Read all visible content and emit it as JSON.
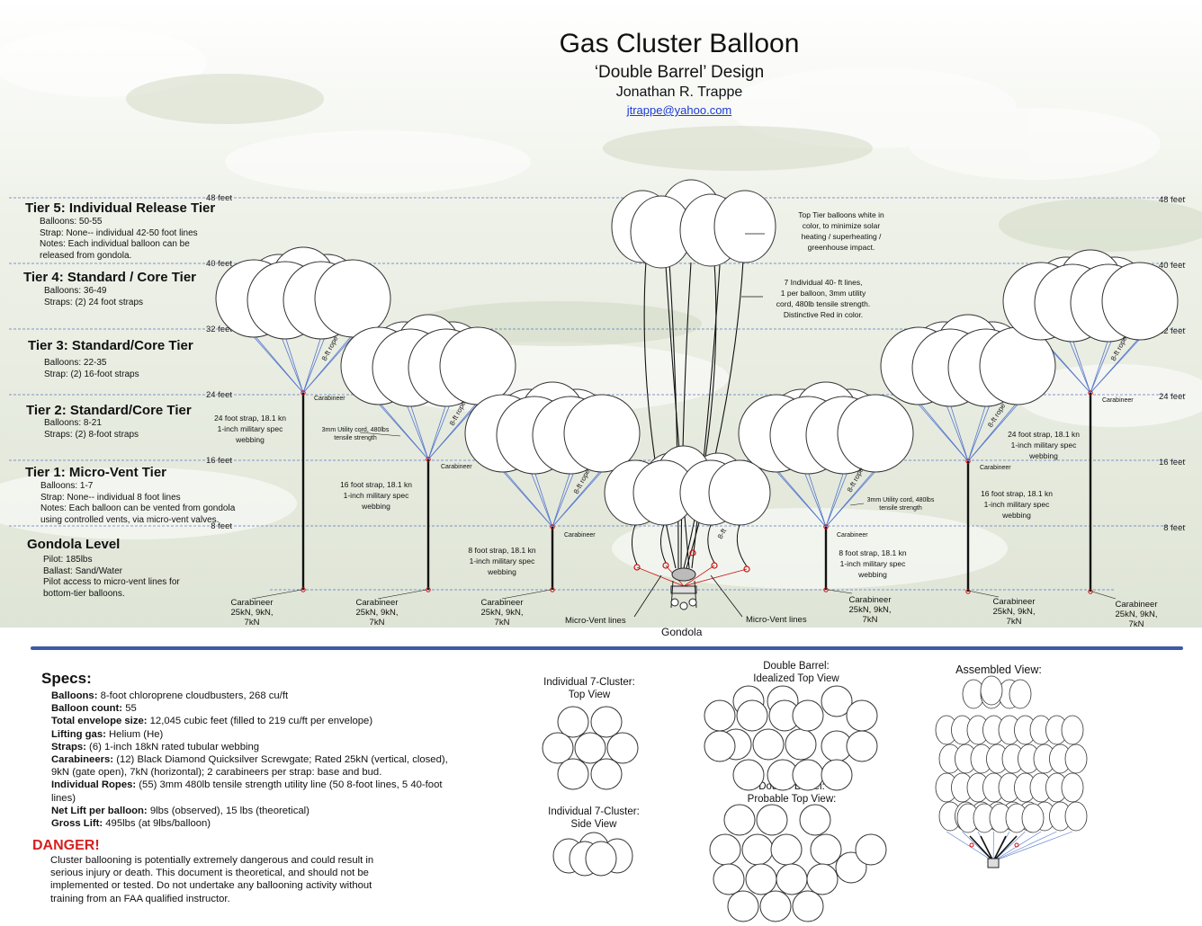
{
  "header": {
    "title": "Gas Cluster Balloon",
    "subtitle": "‘Double Barrel’ Design",
    "author": "Jonathan R. Trappe",
    "email": "jtrappe@yahoo.com"
  },
  "levels": [
    "48 feet",
    "40 feet",
    "32 feet",
    "24 feet",
    "16 feet",
    "8 feet"
  ],
  "tiers": [
    {
      "heading": "Tier 5: Individual Release Tier",
      "lines": [
        "Balloons: 50-55",
        "Strap: None-- individual 42-50 foot lines",
        "Notes: Each individual balloon can be",
        "released from gondola."
      ]
    },
    {
      "heading": "Tier 4: Standard / Core Tier",
      "lines": [
        "Balloons: 36-49",
        "Straps: (2) 24 foot straps"
      ]
    },
    {
      "heading": "Tier 3: Standard/Core Tier",
      "lines": [
        "Balloons: 22-35",
        "Strap: (2) 16-foot straps"
      ]
    },
    {
      "heading": "Tier 2: Standard/Core Tier",
      "lines": [
        "Balloons: 8-21",
        "Straps: (2) 8-foot straps"
      ]
    },
    {
      "heading": "Tier 1: Micro-Vent Tier",
      "lines": [
        "Balloons: 1-7",
        "Strap: None-- individual 8 foot lines",
        "Notes: Each balloon can be vented from gondola",
        "using controlled vents, via micro-vent valves."
      ]
    },
    {
      "heading": "Gondola Level",
      "lines": [
        "Pilot: 185lbs",
        "Ballast: Sand/Water",
        "Pilot access to micro-vent lines for",
        "bottom-tier balloons."
      ]
    }
  ],
  "annotations": {
    "top_tier_note": [
      "Top Tier balloons white in",
      "color, to minimize solar",
      "heating / superheating /",
      "greenhouse impact."
    ],
    "individual_lines_note": [
      "7 Individual 40- ft lines,",
      "1 per balloon, 3mm utility",
      "cord, 480lb tensile strength.",
      "Distinctive Red in color."
    ],
    "strap24": [
      "24 foot strap, 18.1 kn",
      "1-inch military spec",
      "webbing"
    ],
    "strap16": [
      "16 foot strap, 18.1 kn",
      "1-inch military spec",
      "webbing"
    ],
    "strap8": [
      "8 foot strap, 18.1 kn",
      "1-inch military spec",
      "webbing"
    ],
    "utility_cord": [
      "3mm Utility cord, 480lbs",
      "tensile strength"
    ],
    "rope": "8-ft rope",
    "rope_short": "8-ft",
    "carabineer": "Carabineer",
    "carabineer_base": [
      "Carabineer",
      "25kN, 9kN, 7kN"
    ],
    "micro_vent": "Micro-Vent lines",
    "gondola": "Gondola"
  },
  "specs": {
    "heading": "Specs:",
    "items": [
      {
        "label": "Balloons:",
        "value": " 8-foot chloroprene cloudbusters, 268 cu/ft"
      },
      {
        "label": "Balloon count:",
        "value": " 55"
      },
      {
        "label": "Total envelope size:",
        "value": " 12,045 cubic feet (filled to 219 cu/ft per envelope)"
      },
      {
        "label": "Lifting gas:",
        "value": " Helium (He)"
      },
      {
        "label": "Straps:",
        "value": " (6) 1-inch 18kN rated tubular webbing"
      },
      {
        "label": "Carabineers:",
        "value": " (12) Black Diamond Quicksilver Screwgate; Rated 25kN (vertical, closed), 9kN (gate open), 7kN (horizontal); 2 carabineers per strap: base and bud."
      },
      {
        "label": "Individual Ropes:",
        "value": " (55) 3mm 480lb tensile strength utility line (50 8-foot lines, 5 40-foot lines)"
      },
      {
        "label": "Net Lift per balloon:",
        "value": " 9lbs (observed), 15 lbs (theoretical)"
      },
      {
        "label": "Gross Lift:",
        "value": " 495lbs (at 9lbs/balloon)"
      }
    ]
  },
  "danger": {
    "heading": "DANGER!",
    "text": "Cluster ballooning is potentially extremely dangerous and could result in serious injury or death.  This document is theoretical, and should not be implemented or tested.  Do not undertake any ballooning activity without training from an FAA qualified instructor."
  },
  "views": {
    "cluster_top": [
      "Individual 7-Cluster:",
      "Top View"
    ],
    "cluster_side": [
      "Individual 7-Cluster:",
      "Side View"
    ],
    "db_ideal": [
      "Double Barrel:",
      "Idealized Top View"
    ],
    "db_probable": [
      "Double Barrel:",
      "Probable Top View:"
    ],
    "assembled": "Assembled View:"
  },
  "colors": {
    "divider": "#3d5aa8",
    "level_line": "#5b78c0",
    "strap_line": "#5577cc",
    "red_line": "#cc1111"
  }
}
